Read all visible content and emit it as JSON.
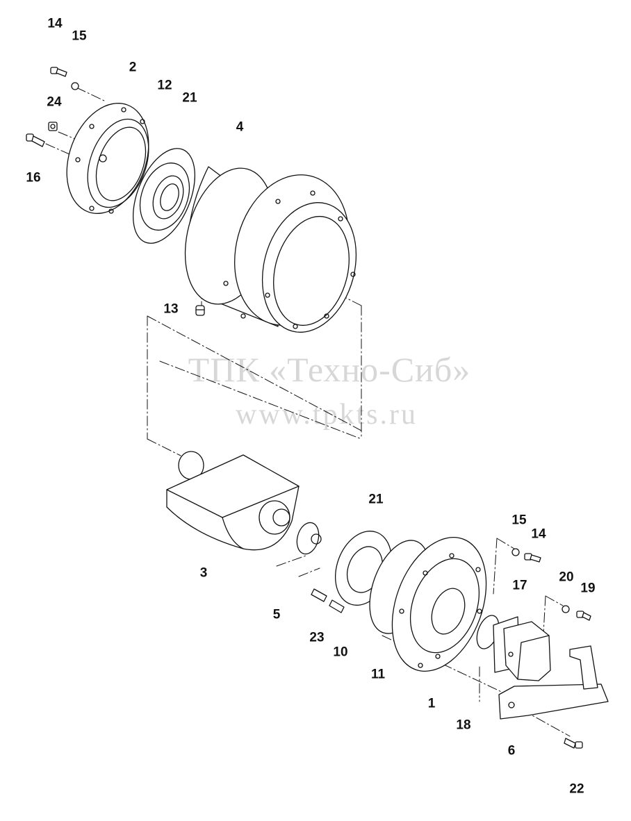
{
  "watermark": {
    "line1": "ТПК «Техно-Сиб»",
    "line2": "www.tpkts.ru"
  },
  "callouts": [
    {
      "id": "c14a",
      "label": "14",
      "target": "bolt"
    },
    {
      "id": "c15a",
      "label": "15",
      "target": "washer"
    },
    {
      "id": "c2",
      "label": "2",
      "target": "end-cover"
    },
    {
      "id": "c12",
      "label": "12",
      "target": "gasket"
    },
    {
      "id": "c21a",
      "label": "21",
      "target": "bearing"
    },
    {
      "id": "c24",
      "label": "24",
      "target": "plug"
    },
    {
      "id": "c16",
      "label": "16",
      "target": "bolt"
    },
    {
      "id": "c4",
      "label": "4",
      "target": "stator-housing"
    },
    {
      "id": "c13",
      "label": "13",
      "target": "nipple"
    },
    {
      "id": "c3",
      "label": "3",
      "target": "rotor"
    },
    {
      "id": "c21b",
      "label": "21",
      "target": "bearing"
    },
    {
      "id": "c15b",
      "label": "15",
      "target": "washer"
    },
    {
      "id": "c14b",
      "label": "14",
      "target": "bolt"
    },
    {
      "id": "c17",
      "label": "17",
      "target": "gear-pump"
    },
    {
      "id": "c20",
      "label": "20",
      "target": "washer"
    },
    {
      "id": "c19",
      "label": "19",
      "target": "bolt"
    },
    {
      "id": "c5",
      "label": "5",
      "target": "bushing"
    },
    {
      "id": "c23",
      "label": "23",
      "target": "pin"
    },
    {
      "id": "c10",
      "label": "10",
      "target": "pin"
    },
    {
      "id": "c11",
      "label": "11",
      "target": "gasket"
    },
    {
      "id": "c1",
      "label": "1",
      "target": "front-cover"
    },
    {
      "id": "c18",
      "label": "18",
      "target": "o-ring"
    },
    {
      "id": "c6",
      "label": "6",
      "target": "bracket"
    },
    {
      "id": "c22",
      "label": "22",
      "target": "bolt"
    }
  ]
}
